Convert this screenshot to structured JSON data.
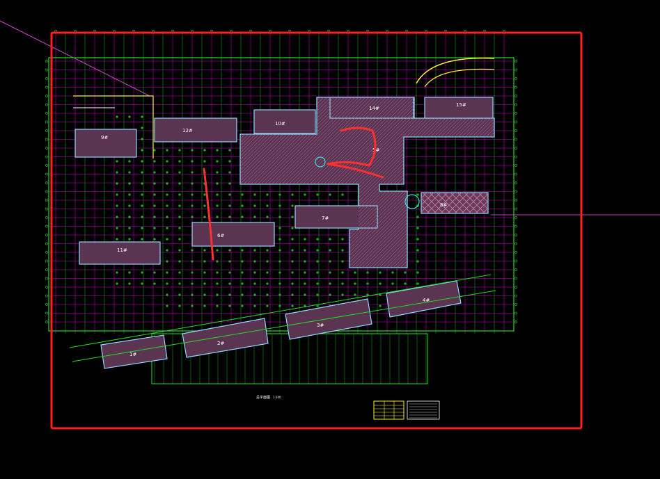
{
  "drawing": {
    "title_label": "总平面图",
    "scale_label": "1:100",
    "background_color": "#000000",
    "colors": {
      "review_frame": "#ff2020",
      "grid_major": "#ff00ff",
      "grid_minor": "#22dd22",
      "wall": "#8fd8ff",
      "hatch": "#6a3a5a",
      "annotation": "#ffff33",
      "markup": "#ff3030"
    },
    "buildings": [
      {
        "id": "b1",
        "label": "9#"
      },
      {
        "id": "b2",
        "label": "12#"
      },
      {
        "id": "b3",
        "label": "10#"
      },
      {
        "id": "b4",
        "label": "14#"
      },
      {
        "id": "b5",
        "label": "15#"
      },
      {
        "id": "b6",
        "label": "8#"
      },
      {
        "id": "b7",
        "label": "7#"
      },
      {
        "id": "b8",
        "label": "6#"
      },
      {
        "id": "b9",
        "label": "11#"
      },
      {
        "id": "b10",
        "label": "1#"
      },
      {
        "id": "b11",
        "label": "2#"
      },
      {
        "id": "b12",
        "label": "3#"
      },
      {
        "id": "b13",
        "label": "4#"
      },
      {
        "id": "b14",
        "label": "5#"
      }
    ],
    "legend": {
      "rows": [
        "",
        "",
        "",
        ""
      ],
      "notes": [
        "",
        "",
        "",
        "",
        "",
        ""
      ]
    }
  }
}
